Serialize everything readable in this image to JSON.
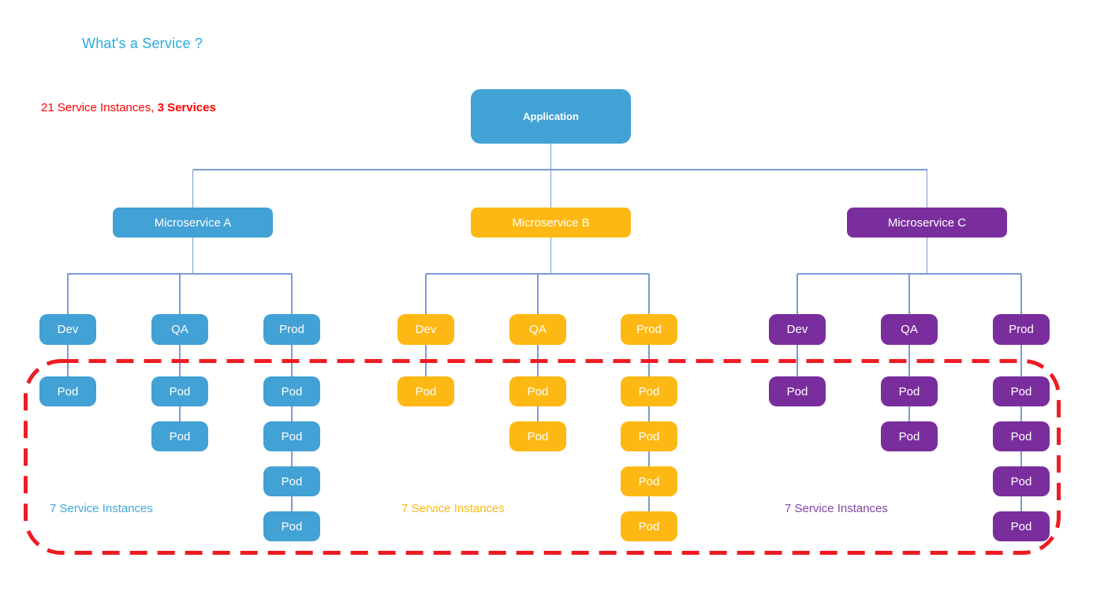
{
  "page": {
    "title": "What's a Service ?",
    "summary_normal": "21 Service Instances, ",
    "summary_bold": "3 Services",
    "app_label": "Application",
    "pod_label": "Pod"
  },
  "colors": {
    "title_text": "#29ABE2",
    "summary_text": "#FF0000",
    "connector": "#7C99D6",
    "scope_outline": "#ED1C24",
    "node_text": "#FFFFFF"
  },
  "services": [
    {
      "label": "Microservice A",
      "color": "#42A1D5",
      "label_color": "#3FA9DC",
      "instances_label": "7 Service Instances",
      "environments": [
        {
          "label": "Dev",
          "pod_count": 1
        },
        {
          "label": "QA",
          "pod_count": 2
        },
        {
          "label": "Prod",
          "pod_count": 4
        }
      ]
    },
    {
      "label": "Microservice B",
      "color": "#FDB813",
      "label_color": "#FDB813",
      "instances_label": "7 Service Instances",
      "environments": [
        {
          "label": "Dev",
          "pod_count": 1
        },
        {
          "label": "QA",
          "pod_count": 2
        },
        {
          "label": "Prod",
          "pod_count": 4
        }
      ]
    },
    {
      "label": "Microservice C",
      "color": "#7A2E9E",
      "label_color": "#8148A6",
      "instances_label": "7 Service Instances",
      "environments": [
        {
          "label": "Dev",
          "pod_count": 1
        },
        {
          "label": "QA",
          "pod_count": 2
        },
        {
          "label": "Prod",
          "pod_count": 4
        }
      ]
    }
  ]
}
